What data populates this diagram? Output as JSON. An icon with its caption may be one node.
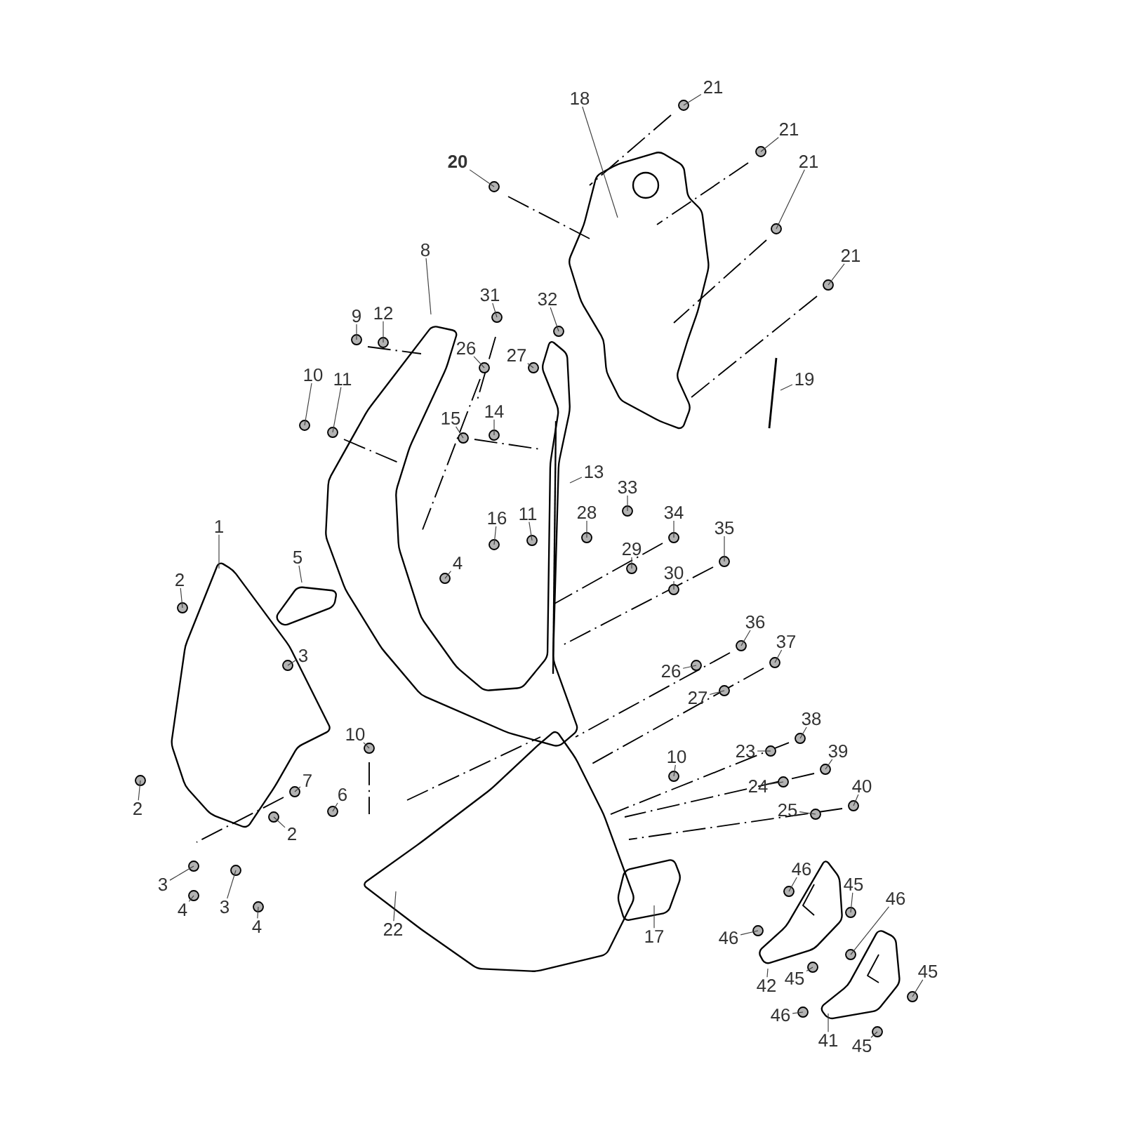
{
  "diagram": {
    "nodes": [
      {
        "text": [
          "20"
        ]
      },
      {
        "text": [
          "18"
        ]
      },
      {
        "text": [
          "21"
        ]
      },
      {
        "text": [
          "21"
        ]
      },
      {
        "text": [
          "21"
        ]
      },
      {
        "text": [
          "21"
        ]
      },
      {
        "text": [
          "19"
        ]
      },
      {
        "text": [
          "8"
        ]
      },
      {
        "text": [
          "31"
        ]
      },
      {
        "text": [
          "32"
        ]
      },
      {
        "text": [
          "9"
        ]
      },
      {
        "text": [
          "12"
        ]
      },
      {
        "text": [
          "26"
        ]
      },
      {
        "text": [
          "27"
        ]
      },
      {
        "text": [
          "10"
        ]
      },
      {
        "text": [
          "11"
        ]
      },
      {
        "text": [
          "15"
        ]
      },
      {
        "text": [
          "14"
        ]
      },
      {
        "text": [
          "13"
        ]
      },
      {
        "text": [
          "33"
        ]
      },
      {
        "text": [
          "28"
        ]
      },
      {
        "text": [
          "34"
        ]
      },
      {
        "text": [
          "29"
        ]
      },
      {
        "text": [
          "35"
        ]
      },
      {
        "text": [
          "30"
        ]
      },
      {
        "text": [
          "16"
        ]
      },
      {
        "text": [
          "11"
        ]
      },
      {
        "text": [
          "4"
        ]
      },
      {
        "text": [
          "1"
        ]
      },
      {
        "text": [
          "5"
        ]
      },
      {
        "text": [
          "2"
        ]
      },
      {
        "text": [
          "3"
        ]
      },
      {
        "text": [
          "10"
        ]
      },
      {
        "text": [
          "7"
        ]
      },
      {
        "text": [
          "6"
        ]
      },
      {
        "text": [
          "2"
        ]
      },
      {
        "text": [
          "2"
        ]
      },
      {
        "text": [
          "3"
        ]
      },
      {
        "text": [
          "4"
        ]
      },
      {
        "text": [
          "3"
        ]
      },
      {
        "text": [
          "4"
        ]
      },
      {
        "text": [
          "22"
        ]
      },
      {
        "text": [
          "36"
        ]
      },
      {
        "text": [
          "37"
        ]
      },
      {
        "text": [
          "26"
        ]
      },
      {
        "text": [
          "27"
        ]
      },
      {
        "text": [
          "38"
        ]
      },
      {
        "text": [
          "23"
        ]
      },
      {
        "text": [
          "39"
        ]
      },
      {
        "text": [
          "10"
        ]
      },
      {
        "text": [
          "24"
        ]
      },
      {
        "text": [
          "40"
        ]
      },
      {
        "text": [
          "25"
        ]
      },
      {
        "text": [
          "17"
        ]
      },
      {
        "text": [
          "46"
        ]
      },
      {
        "text": [
          "45"
        ]
      },
      {
        "text": [
          "46"
        ]
      },
      {
        "text": [
          "46"
        ]
      },
      {
        "text": [
          "42"
        ]
      },
      {
        "text": [
          "45"
        ]
      },
      {
        "text": [
          "46"
        ]
      },
      {
        "text": [
          "45"
        ]
      },
      {
        "text": [
          "41"
        ]
      },
      {
        "text": [
          "45"
        ]
      }
    ],
    "edges": [
      {
        "from": 0,
        "to": null,
        "arrow": "none"
      },
      {
        "from": 1,
        "to": null,
        "arrow": "none"
      },
      {
        "from": 2,
        "to": null,
        "arrow": "none"
      },
      {
        "from": 3,
        "to": null,
        "arrow": "none"
      },
      {
        "from": 4,
        "to": null,
        "arrow": "none"
      },
      {
        "from": 5,
        "to": null,
        "arrow": "none"
      },
      {
        "from": 6,
        "to": null,
        "arrow": "none"
      },
      {
        "from": 7,
        "to": null,
        "arrow": "none"
      },
      {
        "from": 8,
        "to": null,
        "arrow": "none"
      },
      {
        "from": 9,
        "to": null,
        "arrow": "none"
      },
      {
        "from": 10,
        "to": null,
        "arrow": "none"
      },
      {
        "from": 11,
        "to": null,
        "arrow": "none"
      },
      {
        "from": 12,
        "to": null,
        "arrow": "none"
      },
      {
        "from": 13,
        "to": null,
        "arrow": "none"
      },
      {
        "from": 14,
        "to": null,
        "arrow": "none"
      },
      {
        "from": 15,
        "to": null,
        "arrow": "none"
      },
      {
        "from": 16,
        "to": null,
        "arrow": "none"
      },
      {
        "from": 17,
        "to": null,
        "arrow": "none"
      },
      {
        "from": 18,
        "to": null,
        "arrow": "none"
      },
      {
        "from": 19,
        "to": null,
        "arrow": "none"
      },
      {
        "from": 20,
        "to": null,
        "arrow": "none"
      },
      {
        "from": 21,
        "to": null,
        "arrow": "none"
      },
      {
        "from": 22,
        "to": null,
        "arrow": "none"
      },
      {
        "from": 23,
        "to": null,
        "arrow": "none"
      },
      {
        "from": 24,
        "to": null,
        "arrow": "none"
      },
      {
        "from": 25,
        "to": null,
        "arrow": "none"
      },
      {
        "from": 26,
        "to": null,
        "arrow": "none"
      },
      {
        "from": 27,
        "to": null,
        "arrow": "none"
      },
      {
        "from": 28,
        "to": null,
        "arrow": "none"
      },
      {
        "from": 29,
        "to": null,
        "arrow": "none"
      },
      {
        "from": 30,
        "to": null,
        "arrow": "none"
      },
      {
        "from": 31,
        "to": null,
        "arrow": "none"
      },
      {
        "from": 32,
        "to": null,
        "arrow": "none"
      },
      {
        "from": 33,
        "to": null,
        "arrow": "none"
      },
      {
        "from": 34,
        "to": null,
        "arrow": "none"
      },
      {
        "from": 35,
        "to": null,
        "arrow": "none"
      },
      {
        "from": 36,
        "to": null,
        "arrow": "none"
      },
      {
        "from": 37,
        "to": null,
        "arrow": "none"
      },
      {
        "from": 38,
        "to": null,
        "arrow": "none"
      },
      {
        "from": 39,
        "to": null,
        "arrow": "none"
      },
      {
        "from": 40,
        "to": null,
        "arrow": "none"
      },
      {
        "from": 41,
        "to": null,
        "arrow": "none"
      },
      {
        "from": 42,
        "to": null,
        "arrow": "none"
      },
      {
        "from": 43,
        "to": null,
        "arrow": "none"
      },
      {
        "from": 44,
        "to": null,
        "arrow": "none"
      },
      {
        "from": 45,
        "to": null,
        "arrow": "none"
      },
      {
        "from": 46,
        "to": null,
        "arrow": "none"
      },
      {
        "from": 47,
        "to": null,
        "arrow": "none"
      },
      {
        "from": 48,
        "to": null,
        "arrow": "none"
      },
      {
        "from": 49,
        "to": null,
        "arrow": "none"
      },
      {
        "from": 50,
        "to": null,
        "arrow": "none"
      },
      {
        "from": 51,
        "to": null,
        "arrow": "none"
      },
      {
        "from": 52,
        "to": null,
        "arrow": "none"
      },
      {
        "from": 53,
        "to": null,
        "arrow": "none"
      },
      {
        "from": 54,
        "to": null,
        "arrow": "none"
      },
      {
        "from": 55,
        "to": null,
        "arrow": "none"
      },
      {
        "from": 56,
        "to": null,
        "arrow": "none"
      },
      {
        "from": 57,
        "to": null,
        "arrow": "none"
      },
      {
        "from": 58,
        "to": null,
        "arrow": "none"
      },
      {
        "from": 59,
        "to": null,
        "arrow": "none"
      },
      {
        "from": 60,
        "to": null,
        "arrow": "none"
      },
      {
        "from": 61,
        "to": null,
        "arrow": "none"
      },
      {
        "from": 62,
        "to": null,
        "arrow": "none"
      },
      {
        "from": 63,
        "to": null,
        "arrow": "none"
      }
    ]
  }
}
